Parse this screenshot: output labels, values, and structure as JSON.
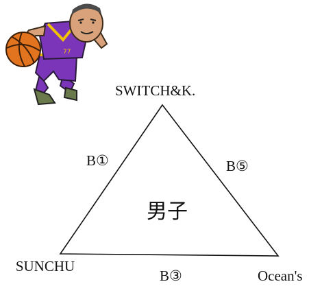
{
  "diagram": {
    "vertices": {
      "top": "SWITCH&K.",
      "bottom_left": "SUNCHU",
      "bottom_right": "Ocean's"
    },
    "edges": {
      "left": "B①",
      "right": "B⑤",
      "bottom": "B③"
    },
    "center_label": "男子"
  },
  "illustration": {
    "icon": "basketball-player-icon",
    "jersey_color": "#7a35b8",
    "trim_color": "#f2c200",
    "ball_color": "#e3741f"
  }
}
